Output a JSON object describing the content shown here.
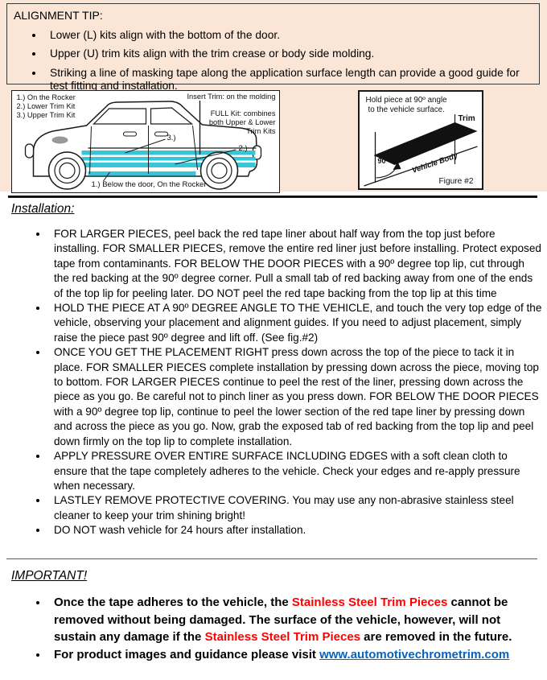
{
  "colors": {
    "peach_bg": "#fbe5d6",
    "trim_cyan": "#35c6d8",
    "warning_red": "#ff0000",
    "link_blue": "#0563c1"
  },
  "alignment_tip": {
    "title": "ALIGNMENT TIP:",
    "bullets": [
      "Lower (L) kits align with the bottom of the door.",
      "Upper (U) trim kits align with the trim crease or body side molding.",
      "Striking a line of masking tape along the application surface length can provide a good guide for test fitting and installation."
    ]
  },
  "car_diagram": {
    "legend": [
      "1.) On the Rocker",
      "2.) Lower Trim Kit",
      "3.) Upper Trim Kit"
    ],
    "insert_trim_note": "Insert Trim: on the molding",
    "full_kit_note_line1": "FULL Kit: combines",
    "full_kit_note_line2": "both  Upper & Lower",
    "full_kit_note_line3": "Trim Kits",
    "callout_3": "3.)",
    "callout_2": "2.)",
    "callout_1": "1.) Below the door, On the Rocker"
  },
  "figure2": {
    "caption_line1": "Hold piece at 90º angle",
    "caption_line2": "to the vehicle surface.",
    "trim_label": "Trim",
    "angle_label": "90°",
    "body_label": "Vehicle Body",
    "figure_label": "Figure #2"
  },
  "installation": {
    "heading": "Installation:",
    "bullets": [
      "FOR LARGER PIECES, peel back the red tape liner about half way from the top just before installing. FOR SMALLER PIECES, remove the entire red liner just before installing. Protect exposed tape from contaminants. FOR BELOW THE DOOR PIECES with a 90º degree top lip, cut through the red backing at the 90º degree corner. Pull a small tab of red backing away from one of the ends of the top lip for peeling later. DO NOT peel the red tape backing from the top lip at this time",
      "HOLD THE PIECE AT A 90º DEGREE ANGLE TO THE VEHICLE, and touch the very top edge of the vehicle, observing your placement and alignment guides. If you need to adjust placement, simply raise the piece past 90º degree and lift off. (See fig.#2)",
      "ONCE YOU GET THE PLACEMENT RIGHT press down across the top of the piece to tack it in place.  FOR SMALLER PIECES complete installation by pressing down across the piece, moving top to bottom. FOR LARGER PIECES continue to peel the rest of the liner, pressing down across the piece as you go. Be careful not to pinch liner as you press down. FOR BELOW THE DOOR PIECES with a 90º degree top lip, continue to peel the lower section of the red tape liner by pressing down and across the piece as you go. Now, grab the exposed tab of red backing from the top lip and peel down firmly on the top lip to complete installation.",
      "APPLY PRESSURE OVER ENTIRE SURFACE INCLUDING EDGES with a soft clean cloth to ensure that the tape completely adheres to the vehicle. Check your edges and re-apply pressure when necessary.",
      "LASTLEY REMOVE PROTECTIVE COVERING. You may use any non-abrasive stainless steel cleaner to keep your trim shining bright!",
      "DO NOT wash vehicle for 24 hours after installation."
    ]
  },
  "important": {
    "heading": "IMPORTANT!",
    "bullets": [
      {
        "segments": [
          {
            "text": "Once the tape adheres to the vehicle, the ",
            "style": "plain"
          },
          {
            "text": "Stainless Steel Trim Pieces",
            "style": "red"
          },
          {
            "text": " cannot be removed without being damaged. The surface of the vehicle, however, will not sustain any damage if the ",
            "style": "plain"
          },
          {
            "text": "Stainless Steel Trim Pieces",
            "style": "red"
          },
          {
            "text": " are removed in the future.",
            "style": "plain"
          }
        ]
      },
      {
        "segments": [
          {
            "text": "For product images and guidance please visit ",
            "style": "plain"
          },
          {
            "text": "www.automotivechrometrim.com",
            "style": "link"
          }
        ]
      }
    ]
  }
}
